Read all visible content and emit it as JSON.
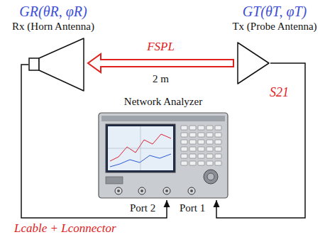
{
  "diagram": {
    "nodes": [
      {
        "text": [
          "GR(θR, φR)",
          "Rx (Horn Antenna)"
        ]
      },
      {
        "text": [
          "GT(θT, φT)",
          "Tx (Probe Antenna)"
        ]
      },
      {
        "text": [
          "Network Analyzer"
        ]
      }
    ],
    "edges": [
      {
        "from": 1,
        "to": 0,
        "arrow": "to",
        "label": "FSPL"
      },
      {
        "from": 0,
        "to": 2,
        "arrow": "to",
        "label": "Lcable + Lconnector"
      },
      {
        "from": 1,
        "to": 2,
        "arrow": "to"
      }
    ],
    "labels": [
      "2 m",
      "S21",
      "Port 2",
      "Port 1"
    ]
  }
}
